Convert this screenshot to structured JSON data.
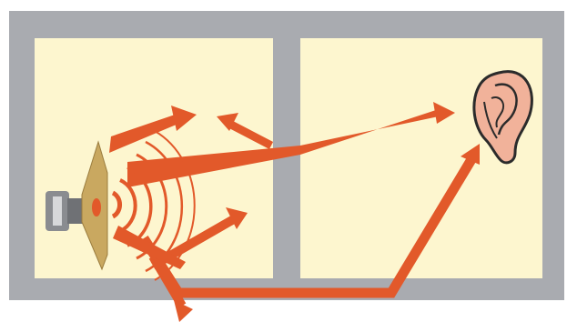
{
  "diagram": {
    "subject": "sound-transmission-between-rooms",
    "rooms": [
      {
        "name": "source-room",
        "contains": "loudspeaker"
      },
      {
        "name": "receiving-room",
        "contains": "ear"
      }
    ],
    "sound_paths": [
      "direct-through-wall",
      "reflection-off-ceiling",
      "reflection-off-wall",
      "flanking-via-floor"
    ],
    "colors": {
      "wall": "#a9abb0",
      "room_fill": "#fdf6cf",
      "arrow": "#e2592a",
      "sound_ring": "#e2592a",
      "speaker_cone": "#c9a860",
      "speaker_magnet": "#8a8c90",
      "ear_skin": "#f1b29a",
      "ear_outline": "#2b2b2b"
    }
  }
}
